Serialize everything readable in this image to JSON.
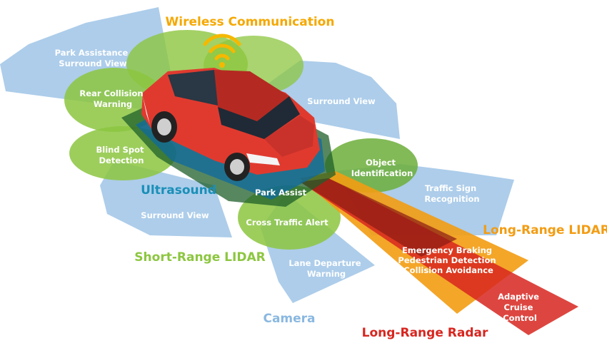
{
  "legend": {
    "wireless": "Wireless Communication",
    "ultrasound": "Ultrasound",
    "short_lidar": "Short-Range LIDAR",
    "camera": "Camera",
    "long_lidar": "Long-Range LIDAR",
    "long_radar": "Long-Range Radar"
  },
  "zones": {
    "park_assist_sv": [
      "Park Assistance",
      "Surround View"
    ],
    "rear_collision": [
      "Rear Collision",
      "Warning"
    ],
    "surround_top": [
      "Surround View"
    ],
    "blind_spot": [
      "Blind Spot",
      "Detection"
    ],
    "object_id": [
      "Object",
      "Identification"
    ],
    "traffic_sign": [
      "Traffic Sign",
      "Recognition"
    ],
    "park_assist": [
      "Park Assist"
    ],
    "surround_bottom": [
      "Surround View"
    ],
    "cross_traffic": [
      "Cross Traffic Alert"
    ],
    "lane_departure": [
      "Lane Departure",
      "Warning"
    ],
    "emergency": [
      "Emergency Braking",
      "Pedestrian Detection",
      "Collision Avoidance"
    ],
    "acc": [
      "Adaptive",
      "Cruise",
      "Control"
    ]
  },
  "colors": {
    "camera_blue": "#9fc4e6",
    "ultrasound_green": "#8cc63f",
    "dark_green": "#2e7d32",
    "lidar_orange": "#f39c12",
    "radar_red": "#d7261f",
    "wireless_gold": "#f5b800",
    "ultrasound_text": "#1a8fb8",
    "car_red": "#e03a2f"
  }
}
